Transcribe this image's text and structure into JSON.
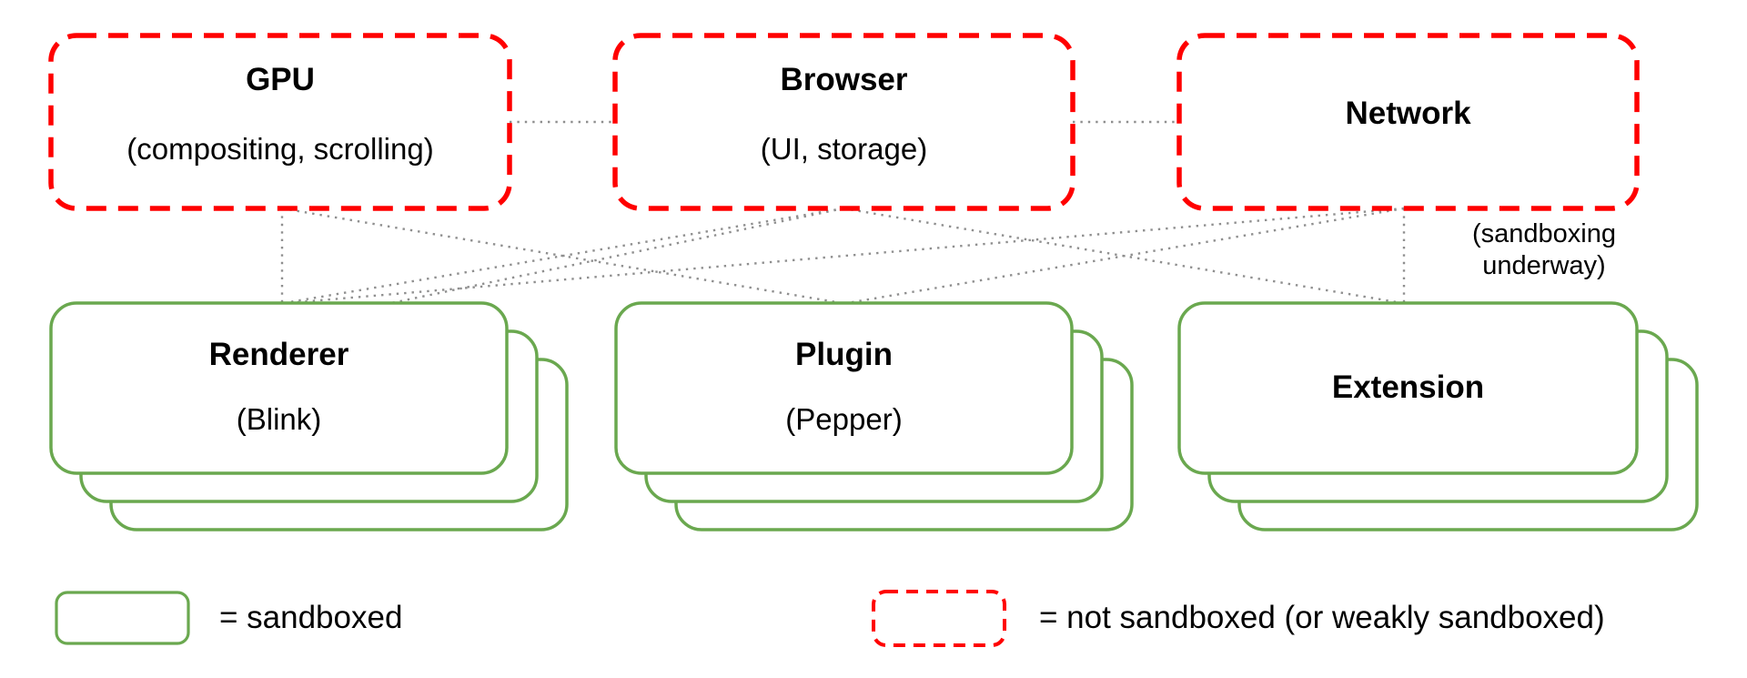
{
  "diagram": {
    "title_hint": "Browser process sandboxing diagram",
    "top_row": [
      {
        "id": "gpu",
        "title": "GPU",
        "subtitle": "(compositing, scrolling)"
      },
      {
        "id": "browser",
        "title": "Browser",
        "subtitle": "(UI, storage)"
      },
      {
        "id": "network",
        "title": "Network",
        "subtitle": ""
      }
    ],
    "network_caption": "(sandboxing underway)",
    "bottom_row": [
      {
        "id": "renderer",
        "title": "Renderer",
        "subtitle": "(Blink)",
        "instances": 3
      },
      {
        "id": "plugin",
        "title": "Plugin",
        "subtitle": "(Pepper)",
        "instances": 3
      },
      {
        "id": "extension",
        "title": "Extension",
        "subtitle": "",
        "instances": 3
      }
    ],
    "connections": [
      {
        "from": "gpu",
        "to": "browser"
      },
      {
        "from": "browser",
        "to": "network"
      },
      {
        "from": "gpu",
        "to": "renderer"
      },
      {
        "from": "network",
        "to": "extension"
      },
      {
        "from": "browser",
        "to": "renderer"
      },
      {
        "from": "network",
        "to": "renderer"
      },
      {
        "from": "gpu",
        "to": "plugin"
      },
      {
        "from": "network",
        "to": "plugin"
      },
      {
        "from": "browser",
        "to": "extension"
      }
    ],
    "legend": [
      {
        "id": "sandboxed",
        "label": "= sandboxed"
      },
      {
        "id": "not-sandboxed",
        "label": "= not sandboxed (or weakly sandboxed)"
      }
    ],
    "colors": {
      "sandboxed": "#6aa84f",
      "not_sandboxed": "#ff0000",
      "connector": "#8f8f8f",
      "text": "#000000",
      "background": "#ffffff"
    }
  }
}
